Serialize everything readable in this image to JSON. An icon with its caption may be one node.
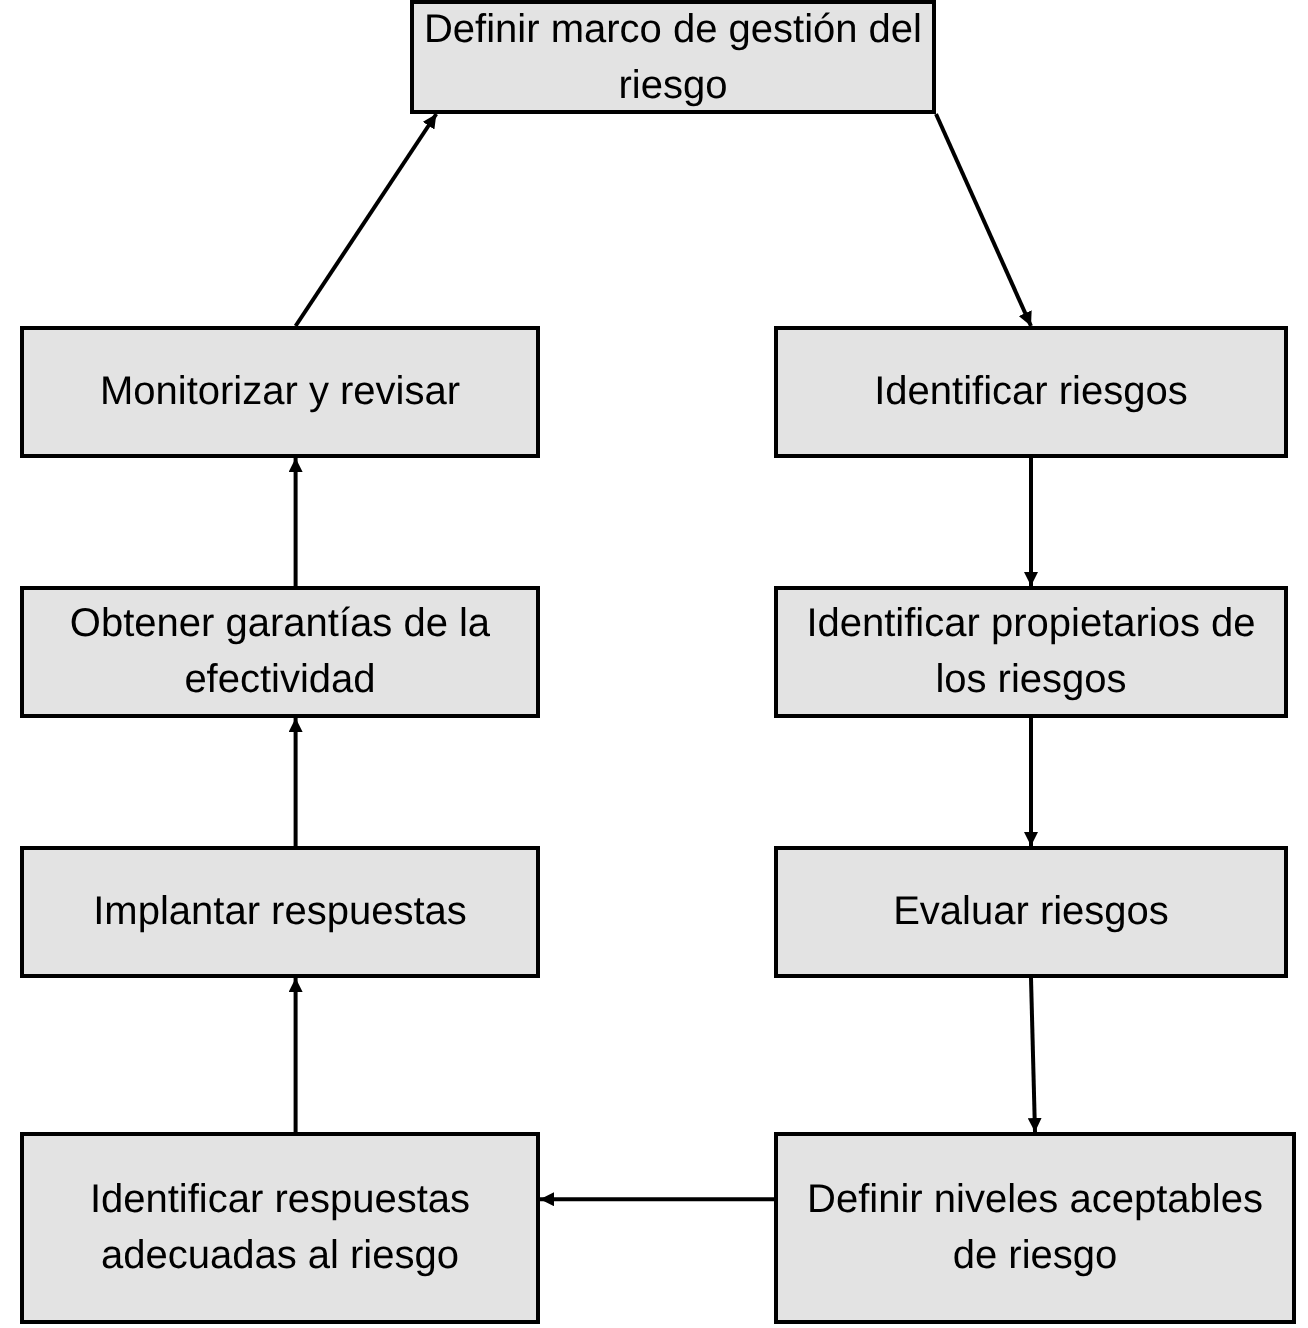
{
  "diagram": {
    "nodes": [
      {
        "text": [
          "Definir marco de gestión del riesgo"
        ]
      },
      {
        "text": [
          "Identificar riesgos"
        ]
      },
      {
        "text": [
          "Identificar propietarios de los riesgos"
        ]
      },
      {
        "text": [
          "Evaluar riesgos"
        ]
      },
      {
        "text": [
          "Definir niveles aceptables de riesgo"
        ]
      },
      {
        "text": [
          "Identificar respuestas adecuadas al riesgo"
        ]
      },
      {
        "text": [
          "Implantar respuestas"
        ]
      },
      {
        "text": [
          "Obtener garantías de la efectividad"
        ]
      },
      {
        "text": [
          "Monitorizar y revisar"
        ]
      }
    ],
    "edges": [
      {
        "from": 0,
        "to": 1,
        "arrow": "to"
      },
      {
        "from": 1,
        "to": 2,
        "arrow": "to"
      },
      {
        "from": 2,
        "to": 3,
        "arrow": "to"
      },
      {
        "from": 3,
        "to": 4,
        "arrow": "to"
      },
      {
        "from": 4,
        "to": 5,
        "arrow": "to"
      },
      {
        "from": 5,
        "to": 6,
        "arrow": "to"
      },
      {
        "from": 6,
        "to": 7,
        "arrow": "to"
      },
      {
        "from": 7,
        "to": 8,
        "arrow": "to"
      },
      {
        "from": 8,
        "to": 0,
        "arrow": "to"
      }
    ]
  }
}
